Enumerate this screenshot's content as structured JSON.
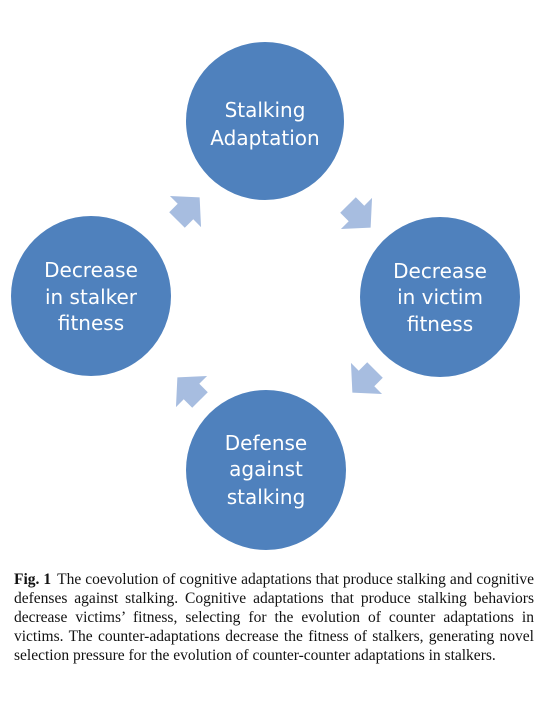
{
  "diagram": {
    "nodes": [
      {
        "id": "stalking-adaptation",
        "lines": [
          "Stalking",
          "Adaptation"
        ]
      },
      {
        "id": "decrease-victim-fitness",
        "lines": [
          "Decrease",
          "in victim",
          "fitness"
        ]
      },
      {
        "id": "defense-against-stalking",
        "lines": [
          "Defense",
          "against",
          "stalking"
        ]
      },
      {
        "id": "decrease-stalker-fitness",
        "lines": [
          "Decrease",
          "in stalker",
          "fitness"
        ]
      }
    ],
    "colors": {
      "node": "#4f81bd",
      "arrow": "#a7bde0",
      "node_text": "#ffffff"
    }
  },
  "caption": {
    "label": "Fig. 1",
    "text": "The coevolution of cognitive adaptations that produce stalking and cognitive defenses against stalking. Cognitive adaptations that produce stalking behaviors decrease victims’ fitness, selecting for the evolution of counter adaptations in victims. The counter-adaptations decrease the fitness of stalkers, generating novel selection pressure for the evolution of counter-counter adaptations in stalkers."
  }
}
